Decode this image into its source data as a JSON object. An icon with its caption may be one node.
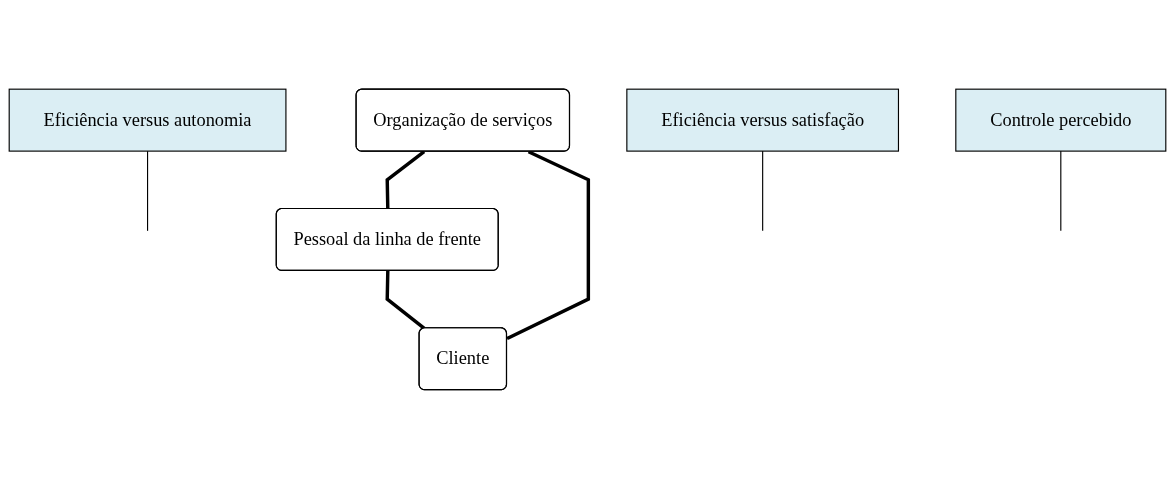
{
  "diagram": {
    "nodes": [
      {
        "text": [
          "Organização de serviços"
        ]
      },
      {
        "text": [
          "Pessoal da linha de frente"
        ]
      },
      {
        "text": [
          "Cliente"
        ]
      },
      {
        "text": [
          "Eficiência versus autonomia"
        ]
      },
      {
        "text": [
          "Eficiência versus satisfação"
        ]
      },
      {
        "text": [
          "Controle percebido"
        ]
      }
    ],
    "edges": [
      {
        "from": 0,
        "to": 1,
        "arrow": "none",
        "style": "thick"
      },
      {
        "from": 0,
        "to": 2,
        "arrow": "none",
        "style": "thick"
      },
      {
        "from": 1,
        "to": 2,
        "arrow": "none",
        "style": "thick"
      },
      {
        "from": 3,
        "to": null,
        "arrow": "none"
      },
      {
        "from": 4,
        "to": null,
        "arrow": "none"
      },
      {
        "from": 5,
        "to": null,
        "arrow": "none"
      }
    ]
  }
}
